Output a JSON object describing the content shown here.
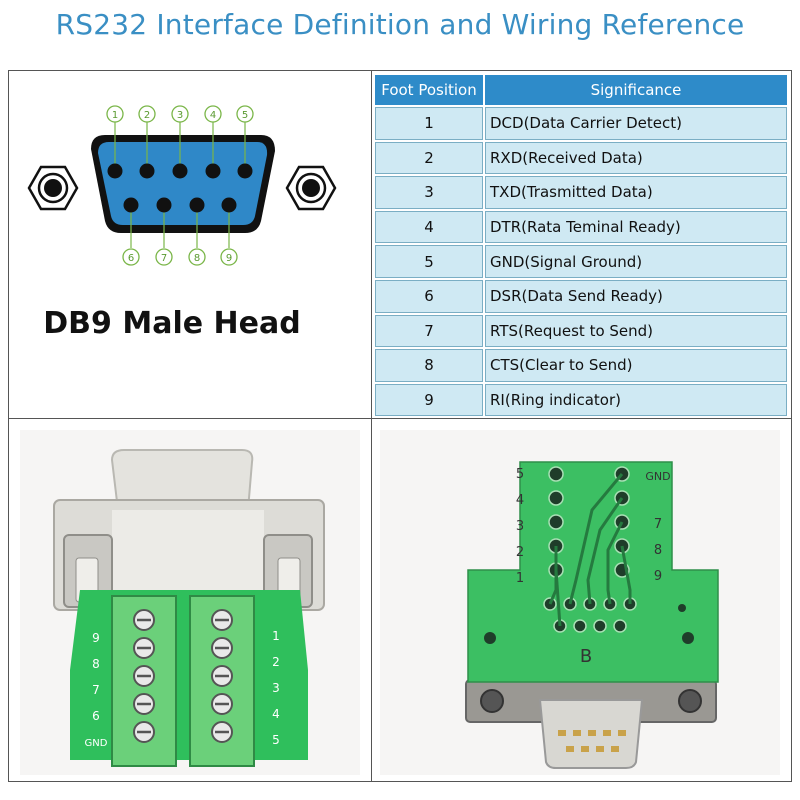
{
  "title": "RS232 Interface Definition and Wiring Reference",
  "connector": {
    "label": "DB9 Male Head",
    "top_pins": [
      "1",
      "2",
      "3",
      "4",
      "5"
    ],
    "bottom_pins": [
      "6",
      "7",
      "8",
      "9"
    ]
  },
  "table": {
    "headers": [
      "Foot Position",
      "Significance"
    ],
    "rows": [
      {
        "pin": "1",
        "signal": "DCD(Data Carrier Detect)"
      },
      {
        "pin": "2",
        "signal": "RXD(Received Data)"
      },
      {
        "pin": "3",
        "signal": "TXD(Trasmitted Data)"
      },
      {
        "pin": "4",
        "signal": "DTR(Rata Teminal Ready)"
      },
      {
        "pin": "5",
        "signal": "GND(Signal Ground)"
      },
      {
        "pin": "6",
        "signal": "DSR(Data Send Ready)"
      },
      {
        "pin": "7",
        "signal": "RTS(Request to Send)"
      },
      {
        "pin": "8",
        "signal": "CTS(Clear to Send)"
      },
      {
        "pin": "9",
        "signal": "RI(Ring indicator)"
      }
    ]
  },
  "photo_left": {
    "terminal_labels_left": [
      "9",
      "8",
      "7",
      "6",
      "GND"
    ],
    "terminal_labels_right": [
      "1",
      "2",
      "3",
      "4",
      "5"
    ]
  },
  "photo_right": {
    "board_labels_left": [
      "5",
      "4",
      "3",
      "2",
      "1"
    ],
    "board_labels_right": [
      "GND",
      "7",
      "8",
      "9"
    ],
    "board_marking": "B"
  }
}
